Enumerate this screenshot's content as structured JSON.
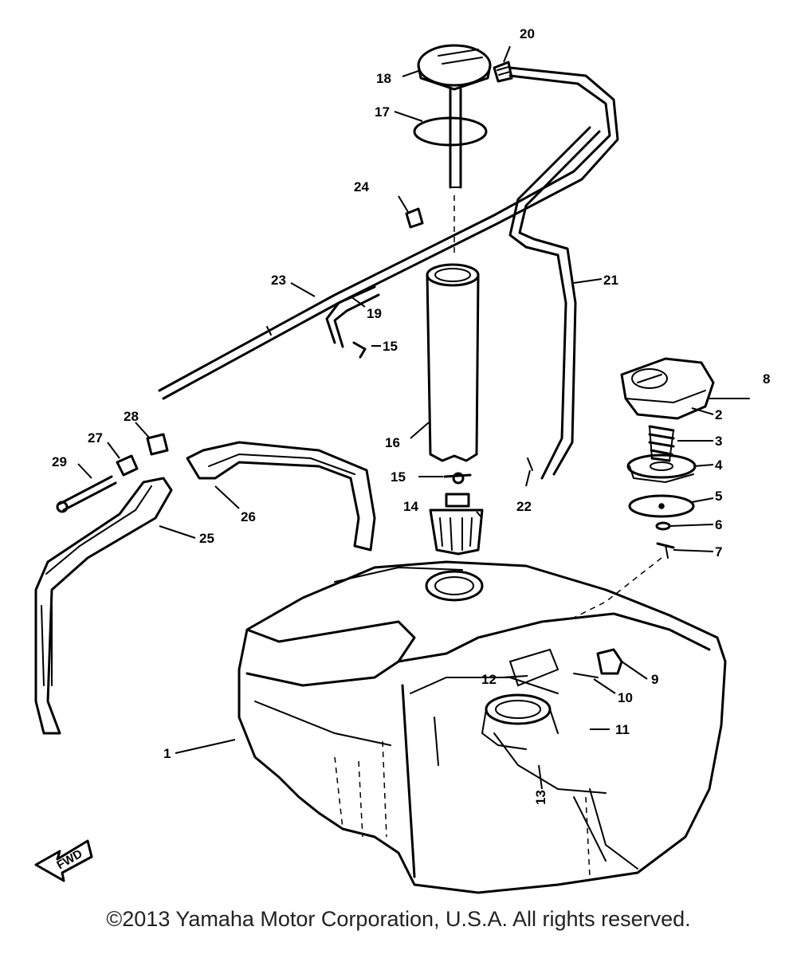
{
  "callouts": {
    "c1": "1",
    "c2": "2",
    "c3": "3",
    "c4": "4",
    "c5": "5",
    "c6": "6",
    "c7": "7",
    "c8": "8",
    "c9": "9",
    "c10": "10",
    "c11": "11",
    "c12": "12",
    "c13": "13",
    "c14": "14",
    "c15a": "15",
    "c15b": "15",
    "c16": "16",
    "c17": "17",
    "c18": "18",
    "c19": "19",
    "c20": "20",
    "c21": "21",
    "c22": "22",
    "c23": "23",
    "c24": "24",
    "c25": "25",
    "c26": "26",
    "c27": "27",
    "c28": "28",
    "c29": "29"
  },
  "fwd_label": "FWD",
  "copyright": "©2013 Yamaha Motor Corporation, U.S.A. All rights reserved."
}
